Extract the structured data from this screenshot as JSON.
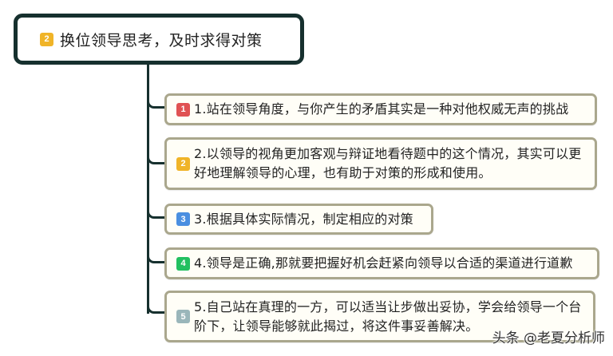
{
  "root": {
    "badge": "2",
    "badge_color": "#f0b428",
    "label": "换位领导思考，及时求得对策"
  },
  "colors": {
    "line": "#16302e",
    "node_border": "#aaa78d",
    "node_background": "#fffef7"
  },
  "items": [
    {
      "badge": "1",
      "badge_color": "#e05252",
      "text": "1.站在领导角度，与你产生的矛盾其实是一种对他权威无声的挑战"
    },
    {
      "badge": "2",
      "badge_color": "#f0b428",
      "text": "2.以领导的视角更加客观与辩证地看待题中的这个情况，其实可以更好地理解领导的心理，也有助于对策的形成和使用。"
    },
    {
      "badge": "3",
      "badge_color": "#4a8fe0",
      "text": "3.根据具体实际情况，制定相应的对策"
    },
    {
      "badge": "4",
      "badge_color": "#22c060",
      "text": "4.领导是正确,那就要把握好机会赶紧向领导以合适的渠道进行道歉"
    },
    {
      "badge": "5",
      "badge_color": "#9ab6ba",
      "text": "5.自己站在真理的一方，可以适当让步做出妥协，学会给领导一个台阶下，让领导能够就此揭过，将这件事妥善解决。"
    }
  ],
  "watermark": "头条 @老夏分析师"
}
